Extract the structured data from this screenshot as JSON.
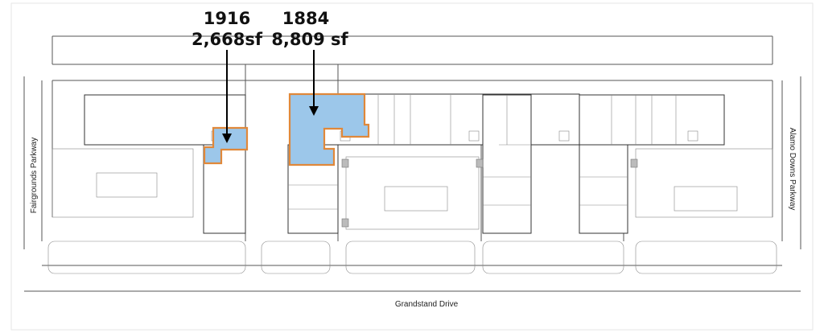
{
  "callouts": [
    {
      "suite": "1916",
      "area": "2,668sf"
    },
    {
      "suite": "1884",
      "area": "8,809 sf"
    }
  ],
  "roads": {
    "left": "Fairgrounds Parkway",
    "right": "Alamo Downs Parkway",
    "bottom": "Grandstand Drive"
  },
  "colors": {
    "highlight_fill": "#9cc7ea",
    "highlight_outline": "#e0883a"
  }
}
